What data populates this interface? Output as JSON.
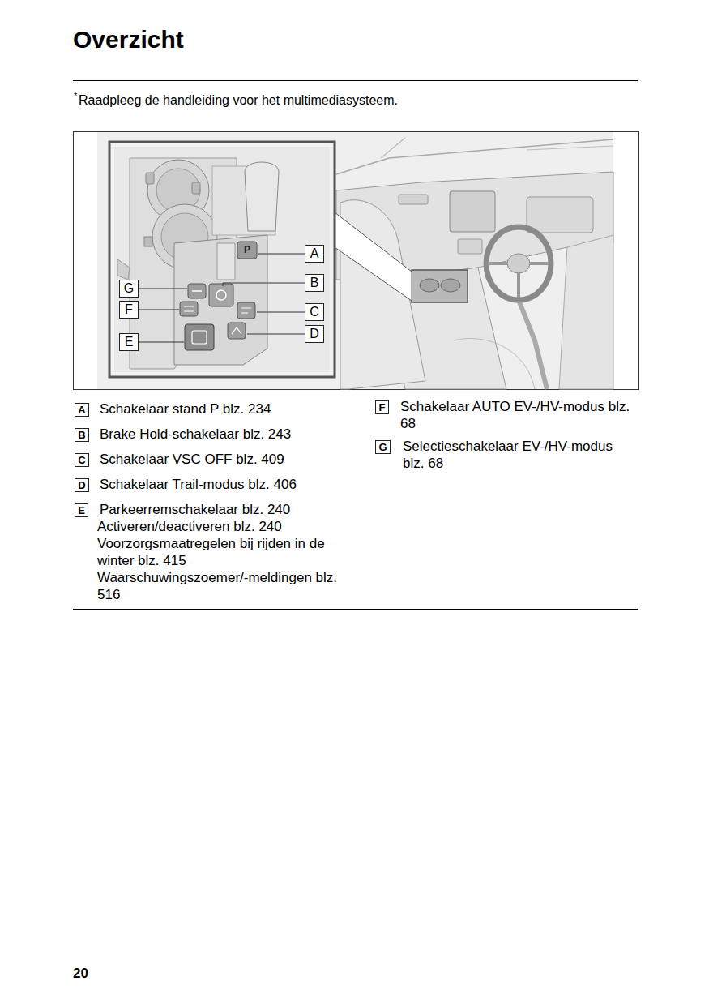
{
  "diagram": {
    "title": "Overzicht",
    "nodes": [
      {
        "text": [
          "A"
        ]
      },
      {
        "text": [
          "B"
        ]
      },
      {
        "text": [
          "G"
        ]
      },
      {
        "text": [
          "F"
        ]
      },
      {
        "text": [
          "C"
        ]
      },
      {
        "text": [
          "D"
        ]
      },
      {
        "text": [
          "E"
        ]
      },
      {
        "text": [
          "A"
        ]
      },
      {
        "text": [
          "B"
        ]
      },
      {
        "text": [
          "C"
        ]
      },
      {
        "text": [
          "D"
        ]
      },
      {
        "text": [
          "E"
        ]
      },
      {
        "text": [
          "F"
        ]
      },
      {
        "text": [
          "G"
        ]
      }
    ],
    "labels": [
      "*",
      "Raadpleeg de handleiding voor het multimediasysteem.",
      "P",
      "Schakelaar stand P blz. 234",
      "Brake Hold-schakelaar blz. 243",
      "Schakelaar VSC OFF blz. 409",
      "Schakelaar Trail-modus blz. 406",
      "Parkeerremschakelaar blz. 240",
      "Activeren/deactiveren blz. 240",
      "Voorzorgsmaatregelen bij rijden in de winter blz. 415",
      "Waarschuwingszoemer/-meldingen blz. 516",
      "Schakelaar AUTO EV-/HV-modus blz. 68",
      "Selectieschakelaar EV-/HV-modus blz. 68",
      "20"
    ]
  }
}
